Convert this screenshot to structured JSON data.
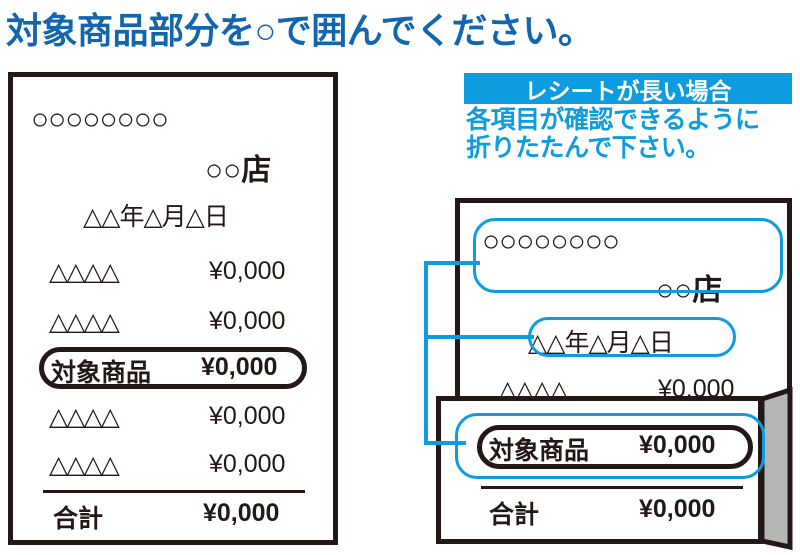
{
  "title": "対象商品部分を○で囲んでください。",
  "colors": {
    "title_blue": "#1365ad",
    "accent_cyan": "#0d9ce0",
    "ink": "#231815",
    "paper": "#ffffff",
    "fold_gray": "#b5b5b5"
  },
  "left_receipt": {
    "name": "example-receipt",
    "shop_circles": "○○○○○○○○",
    "shop_name": "○○店",
    "date": "△△年△月△日",
    "rows": [
      {
        "name": "△△△△",
        "price": "¥0,000",
        "marked": false
      },
      {
        "name": "△△△△",
        "price": "¥0,000",
        "marked": false
      },
      {
        "name": "対象商品",
        "price": "¥0,000",
        "marked": true
      },
      {
        "name": "△△△△",
        "price": "¥0,000",
        "marked": false
      },
      {
        "name": "△△△△",
        "price": "¥0,000",
        "marked": false
      }
    ],
    "total_label": "合計",
    "total_price": "¥0,000"
  },
  "right_panel": {
    "banner": "レシートが長い場合",
    "note_line1": "各項目が確認できるように",
    "note_line2": "折りたたんで下さい。",
    "folded_receipt": {
      "shop_circles": "○○○○○○○○",
      "shop_name": "○○店",
      "date": "△△年△月△日",
      "rows": [
        {
          "name": "△△△△",
          "price": "¥0,000",
          "marked": false
        },
        {
          "name": "対象商品",
          "price": "¥0,000",
          "marked": true
        }
      ],
      "total_label": "合計",
      "total_price": "¥0,000"
    }
  }
}
